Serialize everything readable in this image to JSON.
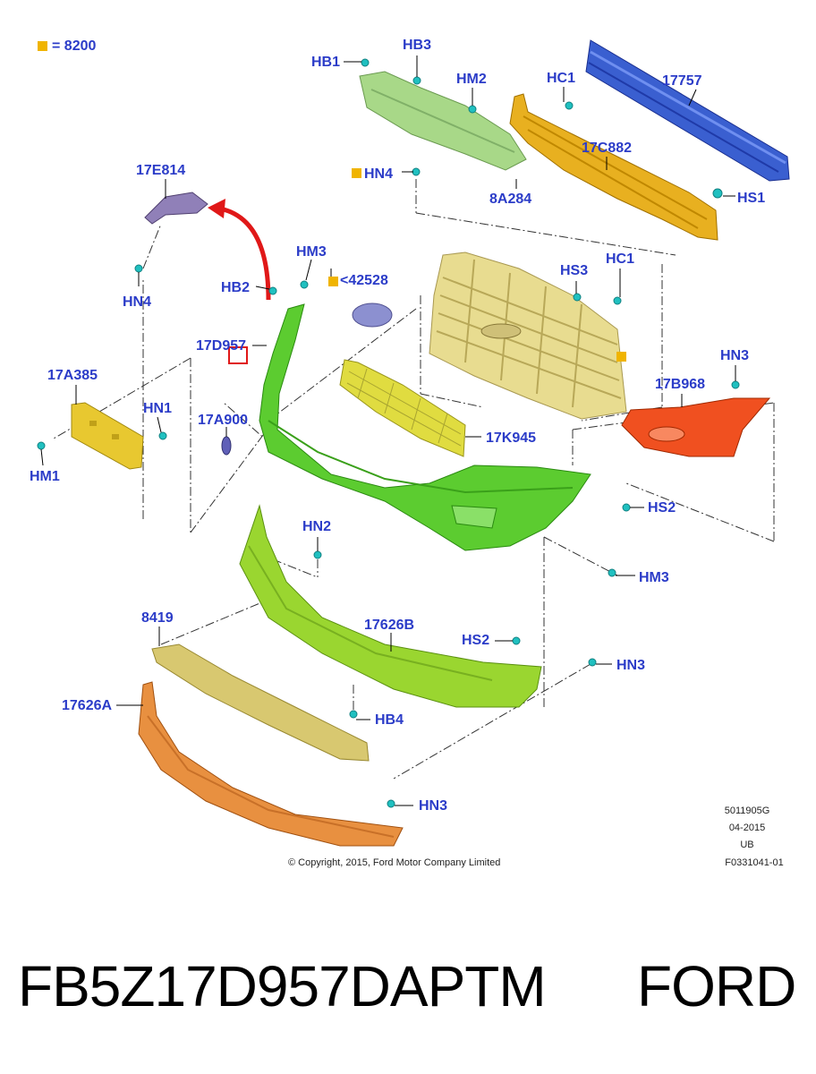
{
  "diagram": {
    "legend": {
      "symbol": "orange-square",
      "text": "= 8200"
    },
    "labels": {
      "hb1": "HB1",
      "hb3": "HB3",
      "hm2": "HM2",
      "hc1_top": "HC1",
      "p17757": "17757",
      "p17c882": "17C882",
      "hn4_top": "HN4",
      "p8a284": "8A284",
      "hs1": "HS1",
      "p17e814": "17E814",
      "hn4_left": "HN4",
      "hm3_top": "HM3",
      "hb2": "HB2",
      "p42528": "<42528",
      "hs3": "HS3",
      "hc1_mid": "HC1",
      "p17d957": "17D957",
      "p17a385": "17A385",
      "hn1": "HN1",
      "hm1": "HM1",
      "p17a900": "17A900",
      "hn3_right": "HN3",
      "p17b968": "17B968",
      "p17k945": "17K945",
      "hs2_right": "HS2",
      "hm3_right": "HM3",
      "hn2": "HN2",
      "p8419": "8419",
      "p17626b": "17626B",
      "hs2_mid": "HS2",
      "hn3_mid": "HN3",
      "p17626a": "17626A",
      "hb4": "HB4",
      "hn3_bottom": "HN3"
    },
    "meta": {
      "code": "5011905G",
      "date": "04-2015",
      "region": "UB",
      "figure": "F0331041-01"
    },
    "copyright": "© Copyright, 2015, Ford Motor Company Limited",
    "colors": {
      "label": "#2b3cc8",
      "reinforcement": "#3a5fd0",
      "absorber": "#e8b020",
      "bumper_cover": "#5ccc30",
      "grille": "#e8dc90",
      "lower_grille": "#e0dc40",
      "bezel": "#f05020",
      "lower_cover": "#9ad630",
      "air_deflector": "#d8c870",
      "lower_valance": "#e89040",
      "bracket": "#9080b8",
      "license_bracket": "#e8c830",
      "fastener": "#20c0c0",
      "arrow": "#e01818"
    }
  },
  "footer": {
    "part_number": "FB5Z17D957DAPTM",
    "brand": "FORD"
  }
}
